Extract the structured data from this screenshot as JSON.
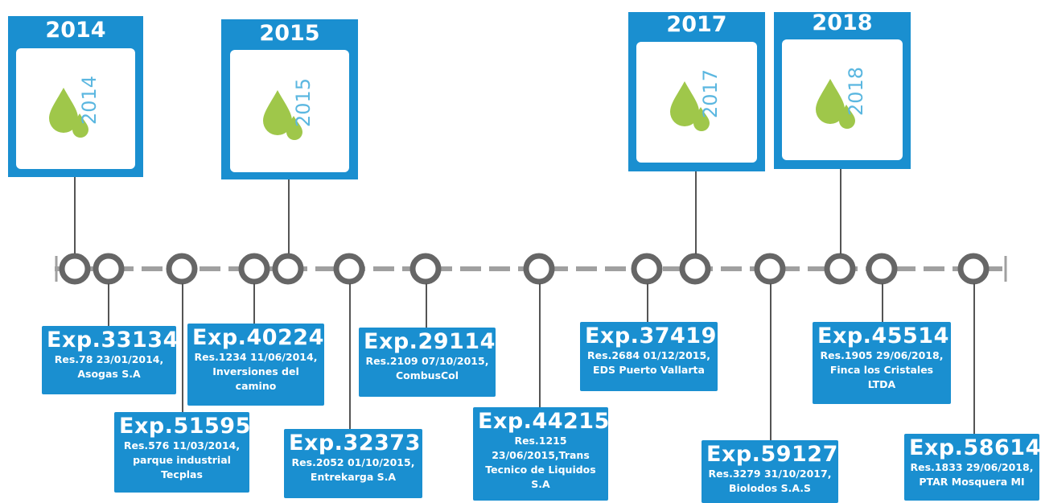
{
  "colors": {
    "card": "#1a8fd0",
    "drop": "#9fc74a",
    "line": "#a0a0a0",
    "connector": "#555555",
    "icon_text": "#5bb7e0"
  },
  "years": [
    {
      "label": "2014",
      "icon_text": "2014"
    },
    {
      "label": "2015",
      "icon_text": "2015"
    },
    {
      "label": "2017",
      "icon_text": "2017"
    },
    {
      "label": "2018",
      "icon_text": "2018"
    }
  ],
  "entries": [
    {
      "title": "Exp.33134",
      "detail": "Res.78 23/01/2014,\nAsogas S.A"
    },
    {
      "title": "Exp.51595",
      "detail": "Res.576 11/03/2014,\nparque industrial\nTecplas"
    },
    {
      "title": "Exp.40224",
      "detail": "Res.1234 11/06/2014,\nInversiones del\ncamino"
    },
    {
      "title": "Exp.32373",
      "detail": "Res.2052 01/10/2015,\nEntrekarga S.A"
    },
    {
      "title": "Exp.29114",
      "detail": "Res.2109 07/10/2015,\nCombusCol"
    },
    {
      "title": "Exp.44215",
      "detail": "Res.1215\n23/06/2015,Trans\nTecnico de Liquidos\nS.A"
    },
    {
      "title": "Exp.37419",
      "detail": "Res.2684 01/12/2015,\nEDS Puerto Vallarta"
    },
    {
      "title": "Exp.59127",
      "detail": "Res.3279 31/10/2017,\nBiolodos S.A.S"
    },
    {
      "title": "Exp.45514",
      "detail": "Res.1905 29/06/2018,\nFinca los Cristales\nLTDA"
    },
    {
      "title": "Exp.58614",
      "detail": "Res.1833 29/06/2018,\nPTAR Mosquera MI"
    }
  ]
}
